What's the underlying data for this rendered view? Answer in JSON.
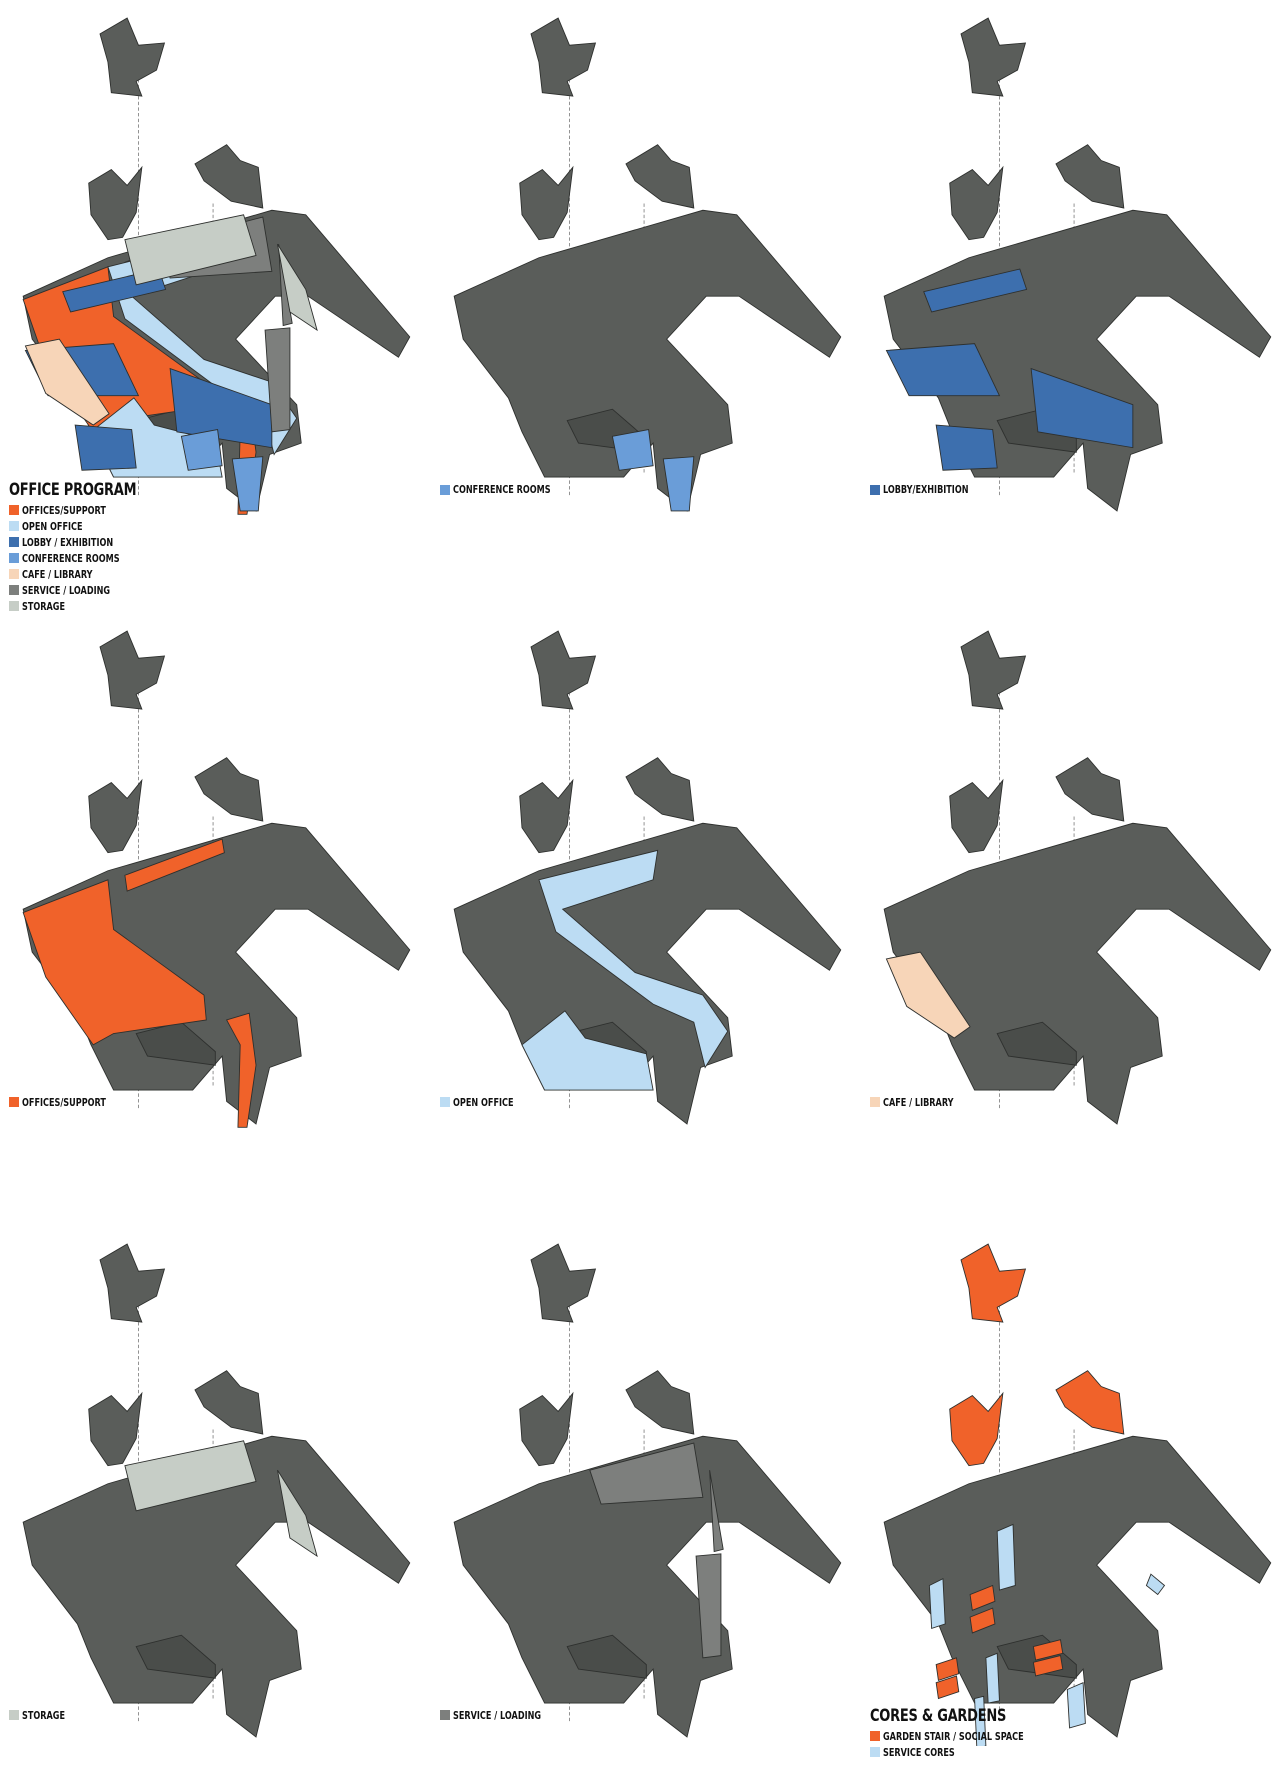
{
  "colors": {
    "building": "#5a5d5a",
    "edge": "#2e302e",
    "offices_support": "#f0622a",
    "open_office": "#bcdcf3",
    "lobby_exhibition": "#3d6fae",
    "conference_rooms": "#6a9dd8",
    "cafe_library": "#f7d5b8",
    "service_loading": "#7d7f7d",
    "storage": "#c6cdc6",
    "garden_stair": "#f0622a",
    "service_cores": "#bcdcf3"
  },
  "panels": [
    {
      "id": "office-program",
      "highlights": [
        "offices_support",
        "open_office",
        "lobby_exhibition",
        "conference_rooms",
        "cafe_library",
        "service_loading",
        "storage"
      ],
      "legend_title": "OFFICE PROGRAM",
      "legend": [
        {
          "label": "OFFICES/SUPPORT",
          "color": "offices_support"
        },
        {
          "label": "OPEN OFFICE",
          "color": "open_office"
        },
        {
          "label": "LOBBY / EXHIBITION",
          "color": "lobby_exhibition"
        },
        {
          "label": "CONFERENCE ROOMS",
          "color": "conference_rooms"
        },
        {
          "label": "CAFE / LIBRARY",
          "color": "cafe_library"
        },
        {
          "label": "SERVICE / LOADING",
          "color": "service_loading"
        },
        {
          "label": "STORAGE",
          "color": "storage"
        }
      ]
    },
    {
      "id": "conference-rooms",
      "highlights": [
        "conference_rooms"
      ],
      "legend": [
        {
          "label": "CONFERENCE ROOMS",
          "color": "conference_rooms"
        }
      ]
    },
    {
      "id": "lobby-exhibition",
      "highlights": [
        "lobby_exhibition"
      ],
      "legend": [
        {
          "label": "LOBBY/EXHIBITION",
          "color": "lobby_exhibition"
        }
      ]
    },
    {
      "id": "offices-support",
      "highlights": [
        "offices_support"
      ],
      "legend": [
        {
          "label": "OFFICES/SUPPORT",
          "color": "offices_support"
        }
      ]
    },
    {
      "id": "open-office",
      "highlights": [
        "open_office"
      ],
      "legend": [
        {
          "label": "OPEN OFFICE",
          "color": "open_office"
        }
      ]
    },
    {
      "id": "cafe-library",
      "highlights": [
        "cafe_library"
      ],
      "legend": [
        {
          "label": "CAFE / LIBRARY",
          "color": "cafe_library"
        }
      ]
    },
    {
      "id": "storage",
      "highlights": [
        "storage"
      ],
      "legend": [
        {
          "label": "STORAGE",
          "color": "storage"
        }
      ]
    },
    {
      "id": "service-loading",
      "highlights": [
        "service_loading"
      ],
      "legend": [
        {
          "label": "SERVICE / LOADING",
          "color": "service_loading"
        }
      ]
    },
    {
      "id": "cores-gardens",
      "highlights": [
        "garden_stair",
        "service_cores"
      ],
      "legend_title": "CORES & GARDENS",
      "legend": [
        {
          "label": "GARDEN STAIR / SOCIAL SPACE",
          "color": "garden_stair"
        },
        {
          "label": "SERVICE CORES",
          "color": "service_cores"
        }
      ]
    }
  ]
}
